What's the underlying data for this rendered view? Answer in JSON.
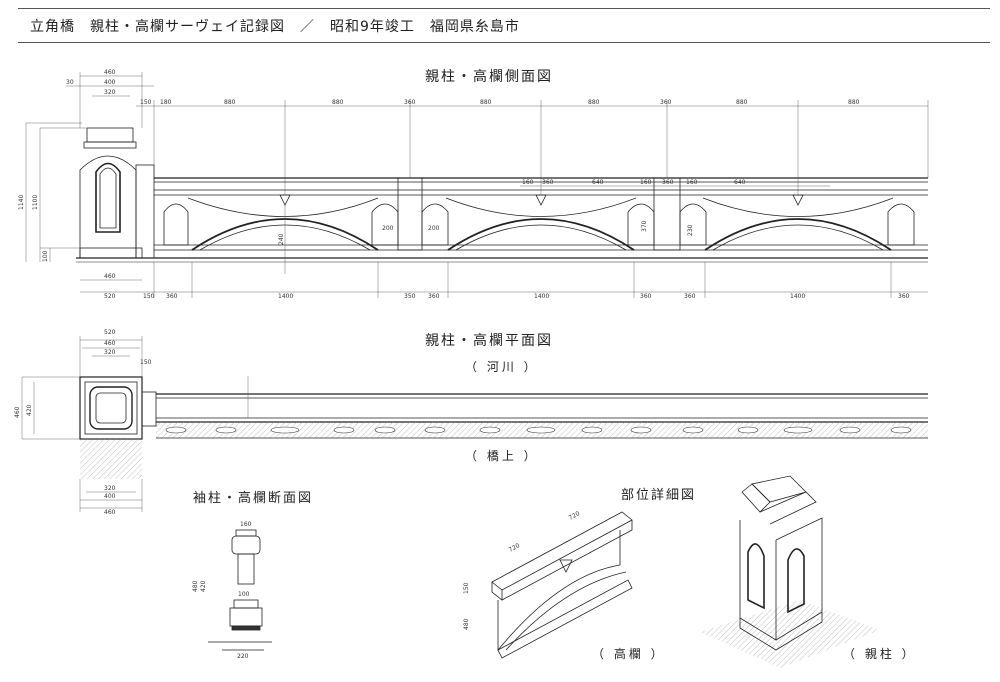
{
  "header": {
    "title": "立角橋　親柱・高欄サーヴェイ記録図　／　昭和9年竣工　福岡県糸島市"
  },
  "drawings": {
    "side_view_title": "親柱・高欄側面図",
    "plan_view_title": "親柱・高欄平面図",
    "plan_top_label": "（ 河川 ）",
    "plan_bottom_label": "（ 橋上 ）",
    "section_title": "袖柱・高欄断面図",
    "detail_title": "部位詳細図",
    "detail_rail_label": "（ 高欄 ）",
    "detail_post_label": "（ 親柱 ）"
  },
  "dims": {
    "side_top": [
      "460",
      "400",
      "30",
      "320",
      "150",
      "180",
      "880",
      "880",
      "360",
      "880",
      "880",
      "360",
      "880",
      "880"
    ],
    "side_bottom": [
      "460",
      "520",
      "150",
      "360",
      "1400",
      "350",
      "360",
      "1400",
      "360",
      "360",
      "1400",
      "360"
    ],
    "side_left": [
      "1140",
      "1100",
      "100"
    ],
    "side_inner": [
      "160",
      "360",
      "640",
      "160",
      "360",
      "160",
      "640",
      "200",
      "200",
      "240",
      "370",
      "230"
    ],
    "plan_top": [
      "520",
      "460",
      "320",
      "150"
    ],
    "plan_left": [
      "460",
      "420"
    ],
    "plan_bottom": [
      "320",
      "400",
      "460"
    ],
    "section": [
      "160",
      "480",
      "420",
      "100",
      "220"
    ],
    "detail": [
      "720",
      "720",
      "150",
      "480"
    ]
  }
}
